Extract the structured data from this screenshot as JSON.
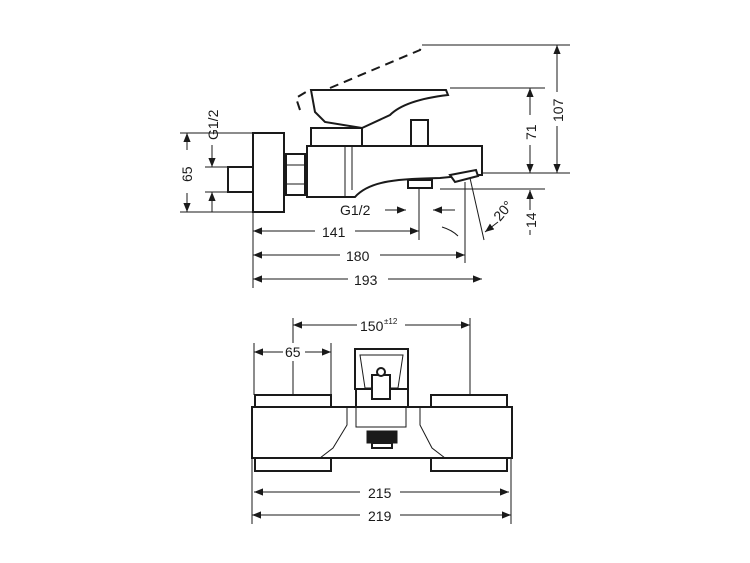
{
  "side_view": {
    "dim_thread_inlet": "G1/2",
    "dim_inlet_height": "65",
    "dim_thread_outlet": "G1/2",
    "dim_141": "141",
    "dim_180": "180",
    "dim_193": "193",
    "dim_71": "71",
    "dim_107": "107",
    "dim_14": "14",
    "dim_angle": "20°"
  },
  "front_view": {
    "dim_150": "150",
    "dim_150_tolerance": "±12",
    "dim_65": "65",
    "dim_215": "215",
    "dim_219": "219"
  }
}
